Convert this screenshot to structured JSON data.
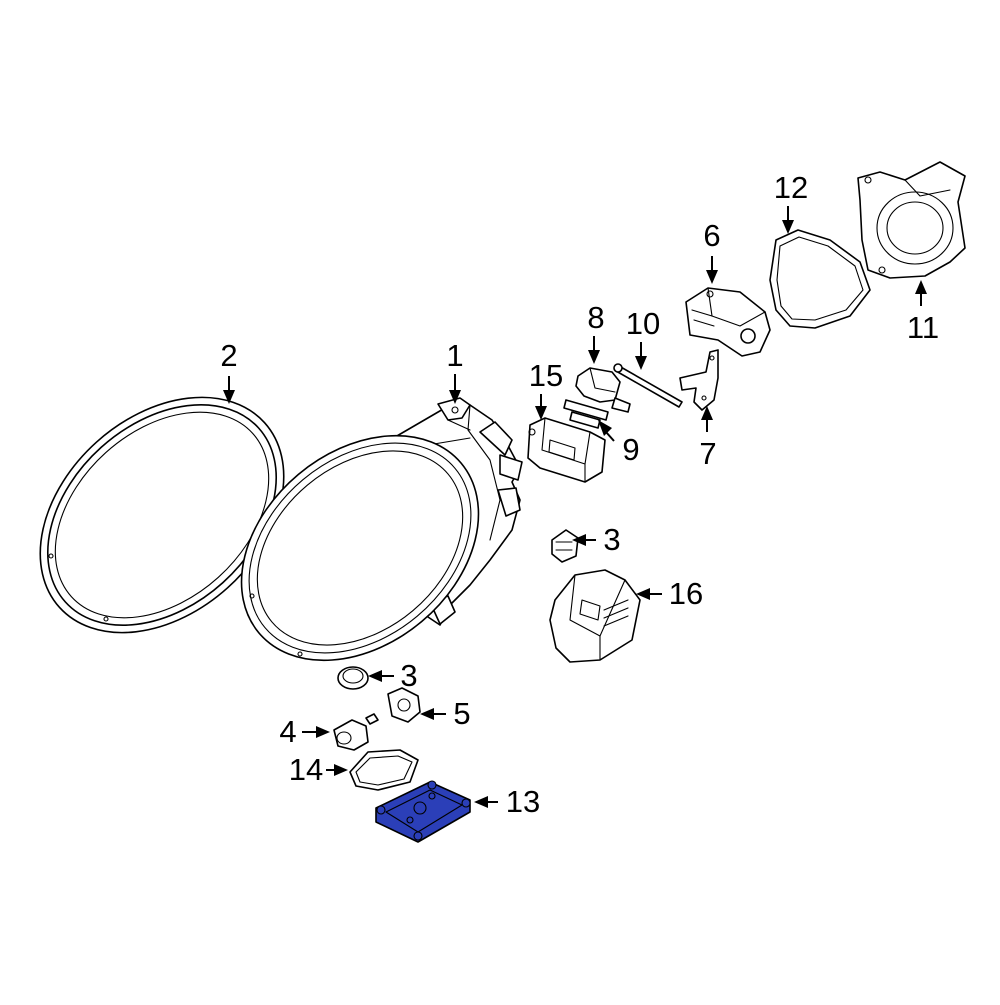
{
  "callouts": {
    "c1": "1",
    "c2": "2",
    "c3a": "3",
    "c3b": "3",
    "c4": "4",
    "c5": "5",
    "c6": "6",
    "c7": "7",
    "c8": "8",
    "c9": "9",
    "c10": "10",
    "c11": "11",
    "c12": "12",
    "c13": "13",
    "c14": "14",
    "c15": "15",
    "c16": "16"
  },
  "colors": {
    "highlight_part": "#2b3fb8",
    "line": "#000000",
    "background": "#ffffff"
  },
  "highlighted_part": "13"
}
